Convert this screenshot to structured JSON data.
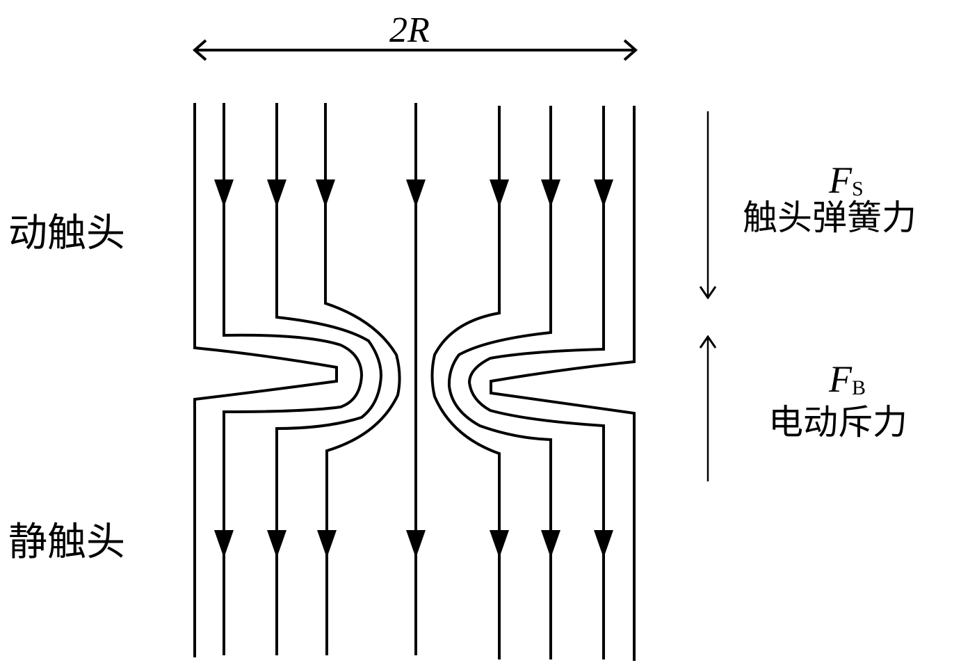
{
  "width_label": "2R",
  "labels": {
    "moving_contact": "动触头",
    "static_contact": "静触头"
  },
  "forces": {
    "spring": {
      "symbol": "F",
      "subscript": "S",
      "name": "触头弹簧力"
    },
    "repulsion": {
      "symbol": "F",
      "subscript": "B",
      "name": "电动斥力"
    }
  },
  "colors": {
    "line": "#000000",
    "background": "#ffffff"
  }
}
